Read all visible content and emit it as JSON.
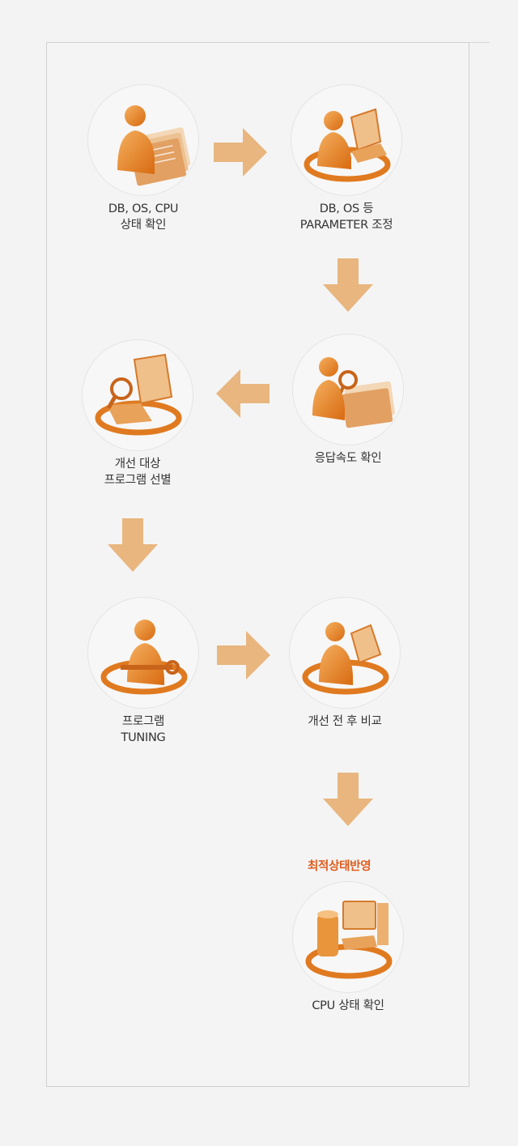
{
  "steps": [
    {
      "id": "check",
      "lines": [
        "DB, OS, CPU",
        "상태 확인"
      ],
      "icon": "person-documents-icon"
    },
    {
      "id": "adjust",
      "lines": [
        "DB, OS 등",
        "PARAMETER 조정"
      ],
      "icon": "person-laptop-icon"
    },
    {
      "id": "response",
      "lines": [
        "응답속도 확인"
      ],
      "icon": "person-magnifier-documents-icon"
    },
    {
      "id": "select",
      "lines": [
        "개선 대상",
        "프로그램 선별"
      ],
      "icon": "laptop-magnifier-icon"
    },
    {
      "id": "tuning",
      "lines": [
        "프로그램",
        "TUNING"
      ],
      "icon": "person-wrench-icon"
    },
    {
      "id": "compare",
      "lines": [
        "개선 전 후 비교"
      ],
      "icon": "person-tools-icon"
    },
    {
      "id": "final",
      "lines": [
        "CPU 상태 확인"
      ],
      "icon": "computer-database-icon"
    }
  ],
  "highlight": "최적상태반영",
  "colors": {
    "accent": "#e8852a",
    "arrow": "#e8b67e",
    "highlight": "#e25c1c"
  }
}
